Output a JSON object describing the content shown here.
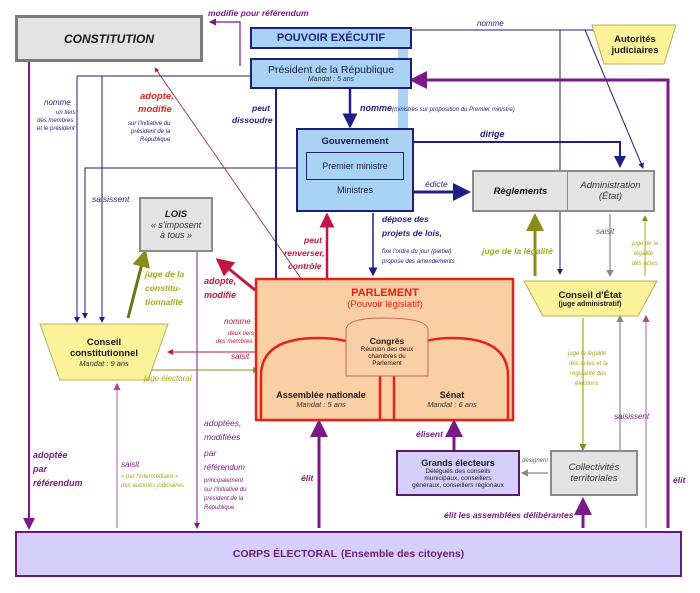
{
  "constitution": {
    "title": "CONSTITUTION"
  },
  "executive": {
    "title": "POUVOIR EXÉCUTIF"
  },
  "president": {
    "title": "Président de la République",
    "mandate": "Mandat : 5 ans"
  },
  "government": {
    "title": "Gouvernement",
    "pm": "Premier ministre",
    "ministers": "Ministres"
  },
  "judicial": {
    "line1": "Autorités",
    "line2": "judiciaires"
  },
  "reglements": {
    "title": "Règlements"
  },
  "administration": {
    "line1": "Administration",
    "line2": "(État)"
  },
  "lois": {
    "title": "LOIS",
    "line1": "« s'imposent",
    "line2": "à tous »"
  },
  "conseil_etat": {
    "title": "Conseil d'État",
    "subtitle": "(juge administratif)"
  },
  "conseil_constitutionnel": {
    "line1": "Conseil",
    "line2": "constitutionnel",
    "mandate": "Mandat : 9 ans"
  },
  "parlement": {
    "title": "PARLEMENT",
    "subtitle": "(Pouvoir législatif)"
  },
  "congres": {
    "title": "Congrès",
    "line1": "Réunion des deux",
    "line2": "chambres du",
    "line3": "Parlement"
  },
  "assemblee": {
    "title": "Assemblée nationale",
    "mandate": "Mandat : 5 ans"
  },
  "senat": {
    "title": "Sénat",
    "mandate": "Mandat : 6 ans"
  },
  "grands_electeurs": {
    "title": "Grands électeurs",
    "line1": "Délégués des conseils",
    "line2": "municipaux, conseillers",
    "line3": "généraux, conseillers régionaux"
  },
  "collectivites": {
    "line1": "Collectivités",
    "line2": "territoriales"
  },
  "corps_electoral": {
    "title": "CORPS ÉLECTORAL",
    "subtitle": "(Ensemble des citoyens)"
  },
  "labels": {
    "modifie_referendum": "modifie pour référendum",
    "nomme_judiciaires": "nomme",
    "nomme_cc": "nomme",
    "nomme_cc_detail1": "un tiers",
    "nomme_cc_detail2": "des membres",
    "nomme_cc_detail3": "et le président",
    "adopte_modifie_1": "adopte,",
    "adopte_modifie_2": "modifie",
    "adopte_detail1": "sur l'initiative du",
    "adopte_detail2": "président de la",
    "adopte_detail3": "République",
    "peut_dissoudre_1": "peut",
    "peut_dissoudre_2": "dissoudre",
    "nomme_gov": "nomme",
    "nomme_gov_detail": "(ministres sur proposition du Premier ministre)",
    "dirige": "dirige",
    "edicte": "édicte",
    "saisissent": "saisissent",
    "depose_1": "dépose des",
    "depose_2": "projets de lois,",
    "depose_detail1": "fixe l'ordre du jour (partiel)",
    "depose_detail2": "propose des amendements",
    "juge_legalite": "juge de la légalité",
    "saisit_admin": "saisit",
    "juge_actes_1": "juge de la",
    "juge_actes_2": "légalité",
    "juge_actes_3": "des actes",
    "peut_renverser_1": "peut",
    "peut_renverser_2": "renverser,",
    "peut_renverser_3": "contrôle",
    "adopte_lois_1": "adopte,",
    "adopte_lois_2": "modifie",
    "juge_constit_1": "juge de la",
    "juge_constit_2": "constitu-",
    "juge_constit_3": "tionnalité",
    "nomme_parl": "nomme",
    "nomme_parl_detail1": "deux tiers",
    "nomme_parl_detail2": "des membres",
    "saisit_parl": "saisit",
    "juge_electoral": "juge électoral",
    "juge_elections_1": "juge la légalité",
    "juge_elections_2": "des actes et la",
    "juge_elections_3": "régularité des",
    "juge_elections_4": "élections",
    "saisissent_citoyens": "saisissent",
    "adoptee_referendum_1": "adoptée",
    "adoptee_referendum_2": "par",
    "adoptee_referendum_3": "référendum",
    "saisit_juri_1": "saisit",
    "saisit_juri_2": "« par l'intermédiaire »",
    "saisit_juri_3": "des autorités judiciaires",
    "adoptees_1": "adoptées,",
    "adoptees_2": "modifiées",
    "adoptees_3": "par",
    "adoptees_4": "référendum",
    "adoptees_5": "principalement",
    "adoptees_6": "sur l'initiative du",
    "adoptees_7": "président de la",
    "adoptees_8": "République",
    "elit_an": "élit",
    "elisent": "élisent",
    "designent": "désignent",
    "elit_assemblees": "élit les assemblées délibérantes",
    "elit_president": "élit"
  }
}
